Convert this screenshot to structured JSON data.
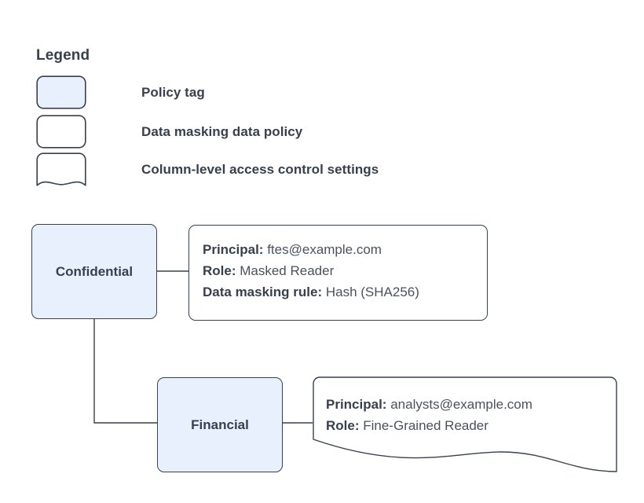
{
  "legend": {
    "title": "Legend",
    "items": [
      {
        "shape": "policy-tag-swatch",
        "label": "Policy tag",
        "fill": "#e9f0fd"
      },
      {
        "shape": "data-policy-swatch",
        "label": "Data masking data policy",
        "fill": "#ffffff"
      },
      {
        "shape": "column-settings-swatch",
        "label": "Column-level access control settings",
        "fill": "#ffffff"
      }
    ]
  },
  "diagram": {
    "nodes": [
      {
        "id": "confidential",
        "label": "Confidential"
      },
      {
        "id": "financial",
        "label": "Financial"
      }
    ],
    "annotations": {
      "confidential": {
        "lines": [
          {
            "key": "Principal:",
            "value": "ftes@example.com"
          },
          {
            "key": "Role:",
            "value": "Masked Reader"
          },
          {
            "key": "Data masking rule:",
            "value": "Hash (SHA256)"
          }
        ]
      },
      "financial": {
        "lines": [
          {
            "key": "Principal:",
            "value": "analysts@example.com"
          },
          {
            "key": "Role:",
            "value": "Fine-Grained Reader"
          }
        ]
      }
    }
  },
  "colors": {
    "node_fill": "#e9f0fd",
    "stroke": "#37414f",
    "text": "#37404d",
    "background": "#ffffff"
  }
}
